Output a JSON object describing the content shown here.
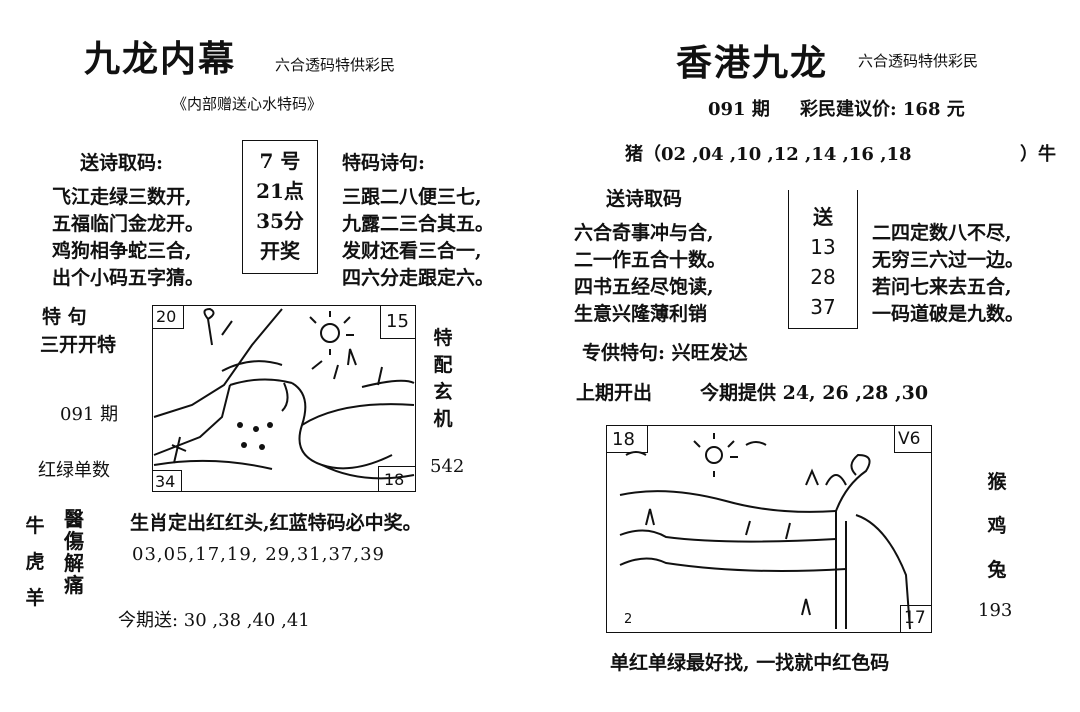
{
  "left": {
    "title": "九龙内幕",
    "subtitle": "六合透码特供彩民",
    "gift_line": "《内部赠送心水特码》",
    "poem_heading": "送诗取码:",
    "poem_lines": [
      "飞江走绿三数开,",
      "五福临门金龙开。",
      "鸡狗相争蛇三合,",
      "出个小码五字猜。"
    ],
    "draw_time": [
      "7 号",
      "21点",
      "35分",
      "开奖"
    ],
    "special_heading": "特码诗句:",
    "special_lines": [
      "三跟二八便三七,",
      "九露二三合其五。",
      "发财还看三合一,",
      "四六分走跟定六。"
    ],
    "tejv_label": "特    句",
    "tejv_text": "三开开特",
    "period": "091 期",
    "hongvl": "红绿单数",
    "side_vertical": [
      "特",
      "配",
      "玄",
      "机"
    ],
    "side_number": "542",
    "corner_numbers": {
      "tl": "20",
      "tr": "15",
      "bl": "34",
      "br": "18"
    },
    "zodiac": [
      "牛",
      "虎",
      "羊"
    ],
    "stamp_chars": [
      "醫",
      "傷",
      "解",
      "痛"
    ],
    "sentence": "生肖定出红红头,红蓝特码必中奖。",
    "numbers": "03,05,17,19,  29,31,37,39",
    "today_send": "今期送: 30 ,38 ,40 ,41"
  },
  "right": {
    "title": "香港九龙",
    "subtitle": "六合透码特供彩民",
    "period_line": "091 期",
    "price_line": "彩民建议价: 168 元",
    "pig_line": "猪（02 ,04 ,10 ,12 ,14 ,16 ,18",
    "pig_tail": "）牛",
    "poem_heading": "送诗取码",
    "poem_lines": [
      "六合奇事冲与合,",
      "二一作五合十数。",
      "四书五经尽饱读,",
      "生意兴隆薄利销"
    ],
    "send_box": [
      "送",
      "13",
      "28",
      "37"
    ],
    "poem2_lines": [
      "二四定数八不尽,",
      "无穷三六过一边。",
      "若问七来去五合,",
      "一码道破是九数。"
    ],
    "special_label": "专供特句: 兴旺发达",
    "last_label": "上期开出",
    "offer_line": "今期提供  24, 26 ,28 ,30",
    "corner_numbers": {
      "tl": "18",
      "tr": "V6",
      "bl": "2",
      "br": "17"
    },
    "side_vertical": [
      "猴",
      "鸡",
      "兔"
    ],
    "side_number": "193",
    "bottom_line": "单红单绿最好找, 一找就中红色码"
  }
}
